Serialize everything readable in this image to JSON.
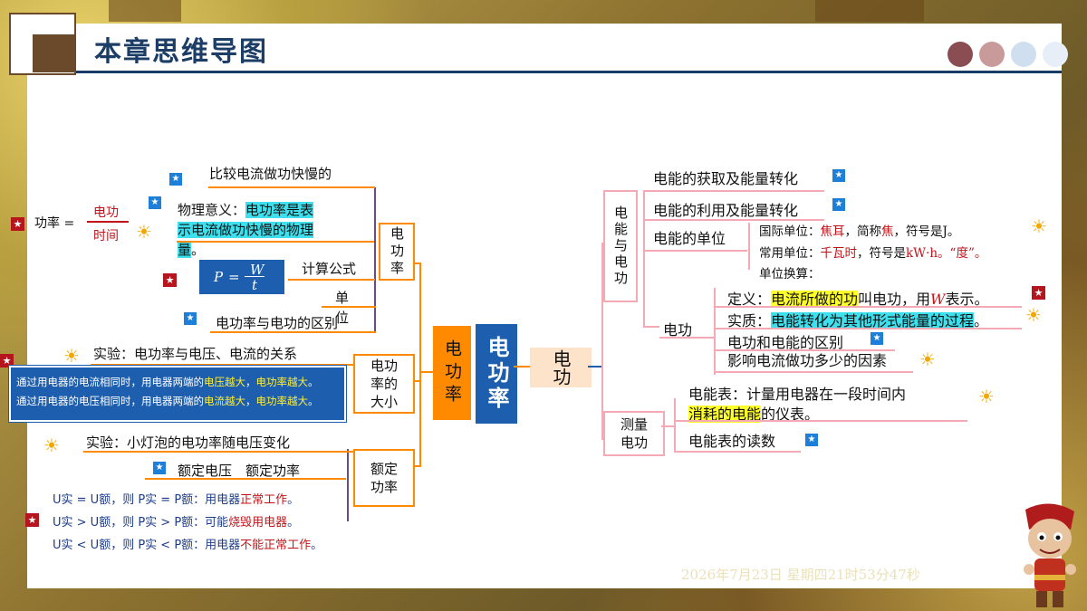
{
  "page_title": "本章思维导图",
  "center": {
    "power": "电功率",
    "work": "电功"
  },
  "left_root": "电功率",
  "formula_left": {
    "label": "功率 =",
    "num": "电功",
    "den": "时间"
  },
  "def_branch": {
    "node": "电功率",
    "compare": "比较电流做功快慢的",
    "meaning_prefix": "物理意义：",
    "meaning_hl_1": "电功率是表",
    "meaning_hl_2": "示电流做功快慢的物理",
    "meaning_hl_3": "量",
    "meaning_end": "。",
    "formula": "P = W/t",
    "formula_P": "P",
    "formula_W": "W",
    "formula_t": "t",
    "calc": "计算公式",
    "unit": "单位",
    "diff": "电功率与电功的区别"
  },
  "size_branch": {
    "node": "电功率的大小",
    "experiment": "实验：电功率与电压、电流的关系",
    "tip_line1_a": "通过用电器的电流相同时，用电器两端的",
    "tip_line1_b": "电压越大",
    "tip_line1_c": "，",
    "tip_line1_d": "电功率越大",
    "tip_line1_e": "。",
    "tip_line2_a": "通过用电器的电压相同时，用电器两端的",
    "tip_line2_b": "电流越大",
    "tip_line2_c": "，",
    "tip_line2_d": "电功率越大",
    "tip_line2_e": "。"
  },
  "rated_branch": {
    "node": "额定功率",
    "experiment": "实验：小灯泡的电功率随电压变化",
    "rated": "额定电压　额定功率",
    "r1_cond": "U实 = U额，则 P实 = P额：用电器",
    "r1_res": "正常工作",
    "r1_end": "。",
    "r2_cond": "U实 > U额，则 P实 > P额：可能",
    "r2_res": "烧毁用电器",
    "r2_end": "。",
    "r3_cond": "U实 < U额，则 P实 < P额：用电器",
    "r3_res": "不能正常工作",
    "r3_end": "。"
  },
  "energy_branch": {
    "node": "电能与电功",
    "get": "电能的获取及能量转化",
    "use": "电能的利用及能量转化",
    "unit_node": "电能的单位",
    "si_prefix": "国际单位：",
    "si_unit": "焦耳",
    "si_mid": "，简称",
    "si_short": "焦",
    "si_end": "，符号是J。",
    "common_prefix": "常用单位：",
    "common_unit": "千瓦时",
    "common_mid": "，符号是",
    "common_sym": "kW·h",
    "common_end": "。“度”。",
    "convert": "单位换算：",
    "work_node": "电功",
    "def_prefix": "定义：",
    "def_hl": "电流所做的功",
    "def_mid": "叫电功，用",
    "def_sym": "W",
    "def_end": "表示。",
    "essence_prefix": "实质：",
    "essence_hl": "电能转化为其他形式能量的过程",
    "essence_end": "。",
    "diff": "电功和电能的区别",
    "factors": "影响电流做功多少的因素"
  },
  "measure_branch": {
    "node": "测量电功",
    "meter_prefix": "电能表：计量用电器在一段时间内",
    "meter_hl": "消耗的电能",
    "meter_end": "的仪表。",
    "reading": "电能表的读数"
  },
  "datetime": "2026年7月23日 星期四21时53分47秒",
  "icons": [
    "star-icon",
    "sun-icon",
    "important-star-icon"
  ],
  "colors": {
    "orange": "#ff8a00",
    "blue": "#1d5fae",
    "pink": "#f4a9b5",
    "cyan": "#3fe0ee",
    "yellow": "#ffff2a",
    "red": "#c0141a"
  }
}
